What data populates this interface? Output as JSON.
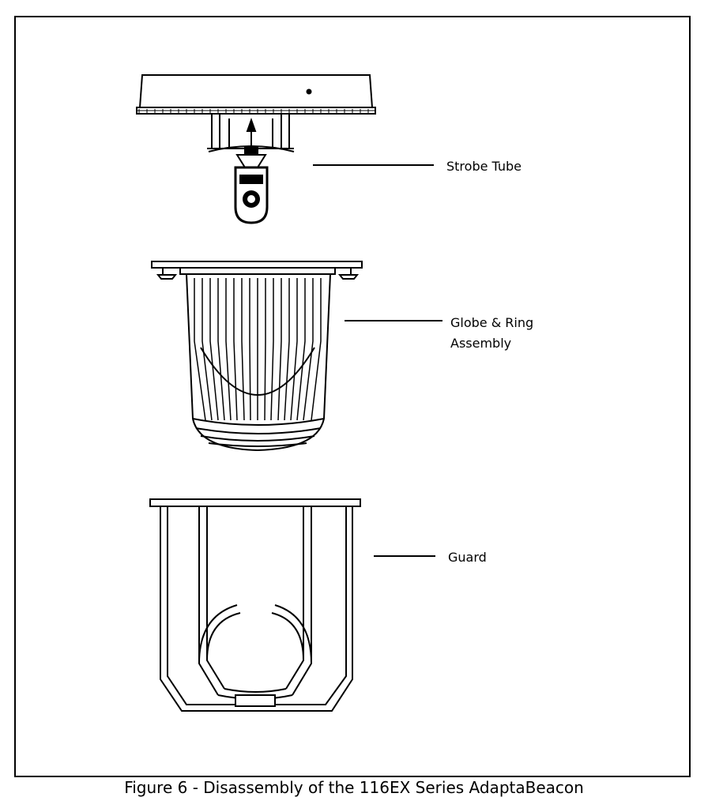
{
  "labels": {
    "strobe_tube": "Strobe Tube",
    "globe_ring_line1": "Globe & Ring",
    "globe_ring_line2": "Assembly",
    "guard": "Guard"
  },
  "caption": "Figure 6 - Disassembly of the 116EX Series AdaptaBeacon",
  "colors": {
    "line": "#000000",
    "background": "#ffffff"
  }
}
